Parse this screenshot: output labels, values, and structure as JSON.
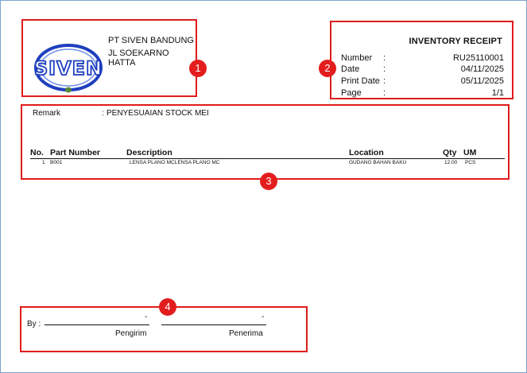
{
  "company": {
    "name": "PT SIVEN BANDUNG",
    "address": "JL SOEKARNO HATTA",
    "logo_text": "SIVEN"
  },
  "receipt": {
    "title": "INVENTORY RECEIPT",
    "fields": [
      {
        "label": "Number",
        "value": "RU25110001"
      },
      {
        "label": "Date",
        "value": "04/11/2025"
      },
      {
        "label": "Print Date",
        "value": "05/11/2025"
      },
      {
        "label": "Page",
        "value": "1/1"
      }
    ]
  },
  "remark": {
    "label": "Remark",
    "value": "PENYESUAIAN STOCK MEI"
  },
  "table": {
    "headers": {
      "no": "No.",
      "part_number": "Part Number",
      "description": "Description",
      "location": "Location",
      "qty": "Qty",
      "um": "UM"
    },
    "rows": [
      {
        "no": "1",
        "part_number": "B001",
        "description": "LENSA PLANO MCLENSA PLANO MC",
        "location": "GUDANG BAHAN BAKU",
        "qty": "12.00",
        "um": "PCS"
      }
    ]
  },
  "signatures": {
    "by_label": "By :",
    "sender": {
      "dash": "-",
      "name": "Pengirim"
    },
    "receiver": {
      "dash": "-",
      "name": "Penerima"
    }
  },
  "annotations": [
    "1",
    "2",
    "3",
    "4"
  ],
  "colors": {
    "highlight": "#e01b1b",
    "logo_blue": "#1f3fbf",
    "frame": "#7da2ce"
  }
}
